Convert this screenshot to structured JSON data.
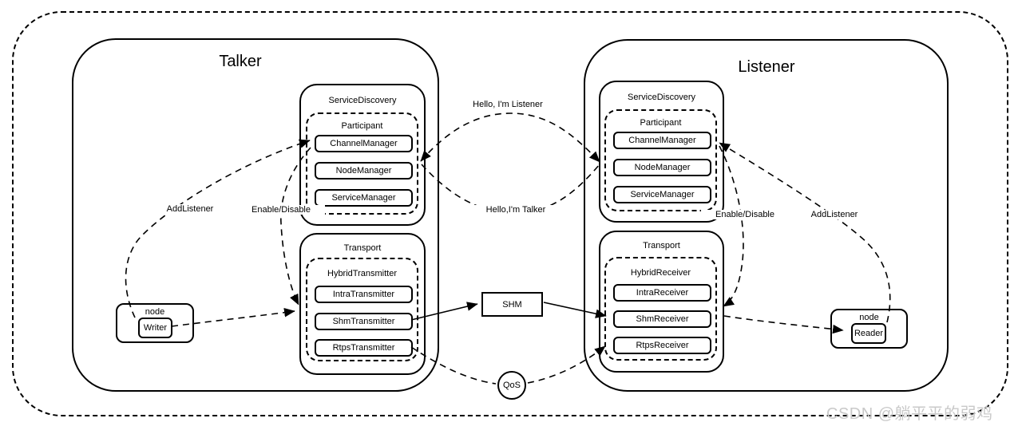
{
  "talker": {
    "title": "Talker",
    "service_discovery": {
      "label": "ServiceDiscovery",
      "group_label": "Participant",
      "items": [
        "ChannelManager",
        "NodeManager",
        "ServiceManager"
      ]
    },
    "transport": {
      "label": "Transport",
      "group_label": "HybridTransmitter",
      "items": [
        "IntraTransmitter",
        "ShmTransmitter",
        "RtpsTransmitter"
      ]
    },
    "node": {
      "label": "node",
      "endpoint": "Writer"
    }
  },
  "listener": {
    "title": "Listener",
    "service_discovery": {
      "label": "ServiceDiscovery",
      "group_label": "Participant",
      "items": [
        "ChannelManager",
        "NodeManager",
        "ServiceManager"
      ]
    },
    "transport": {
      "label": "Transport",
      "group_label": "HybridReceiver",
      "items": [
        "IntraReceiver",
        "ShmReceiver",
        "RtpsReceiver"
      ]
    },
    "node": {
      "label": "node",
      "endpoint": "Reader"
    }
  },
  "middle": {
    "shm_label": "SHM",
    "qos_label": "QoS"
  },
  "edges": {
    "add_listener_talker": "AddListener",
    "enable_disable_talker": "Enable/Disable",
    "hello_listener": "Hello, I'm Listener",
    "hello_talker": "Hello,I'm Talker",
    "enable_disable_listener": "Enable/Disable",
    "add_listener_listener": "AddListener"
  },
  "watermark": {
    "text": "CSDN @躺平平的弱鸡"
  },
  "colors": {
    "line": "#000000",
    "watermark": "#c9c9c9",
    "background": "#ffffff"
  }
}
